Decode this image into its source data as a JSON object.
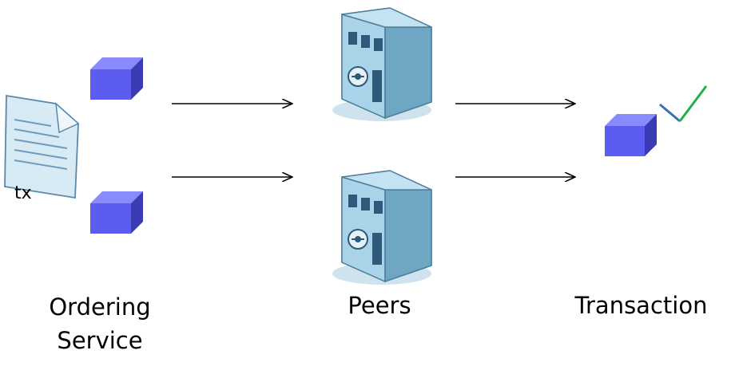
{
  "diagram": {
    "tx_label": "tx",
    "ordering_label_line1": "Ordering",
    "ordering_label_line2": "Service",
    "peers_label": "Peers",
    "transaction_label": "Transaction"
  },
  "icons": {
    "document": "document-icon",
    "block": "block-icon",
    "peer": "peer-building-icon",
    "check": "checkmark-icon"
  },
  "colors": {
    "block_front": "#5c5cf0",
    "block_top": "#8888ff",
    "block_side": "#3a3ab8",
    "building_front": "#9cc9e0",
    "building_side": "#6fa6c4",
    "check_green": "#22b04a",
    "check_blue": "#3a6fb5"
  }
}
